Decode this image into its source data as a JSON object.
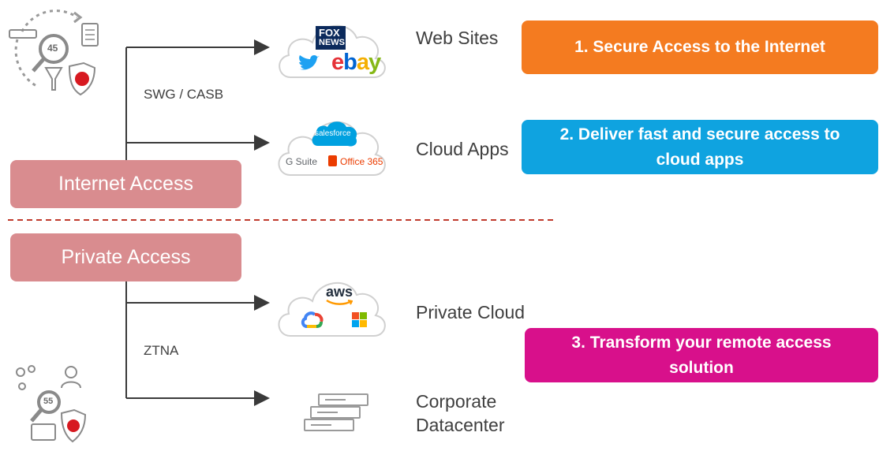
{
  "connectors": {
    "swg_casb": "SWG / CASB",
    "ztna": "ZTNA"
  },
  "access": {
    "internet": "Internet Access",
    "private": "Private Access"
  },
  "destinations": {
    "web_sites": "Web Sites",
    "cloud_apps": "Cloud Apps",
    "private_cloud": "Private Cloud",
    "corporate_datacenter": "Corporate Datacenter"
  },
  "callouts": [
    {
      "label": "1. Secure Access to the Internet",
      "color": "#f47b20"
    },
    {
      "label": "2. Deliver fast and secure access to cloud apps",
      "color": "#0fa3e0"
    },
    {
      "label": "3. Transform your remote access solution",
      "color": "#d8108b"
    }
  ],
  "logos": {
    "fox_top": "FOX",
    "fox_bottom": "NEWS",
    "ebay": "ebay",
    "salesforce": "salesforce",
    "gsuite": "G Suite",
    "office365": "Office 365",
    "aws": "aws"
  },
  "icon_numbers": {
    "top": "45",
    "bottom": "55"
  },
  "colors": {
    "access_box": "#d98c8f",
    "divider": "#c0392b",
    "arrow": "#3a3a3a"
  }
}
